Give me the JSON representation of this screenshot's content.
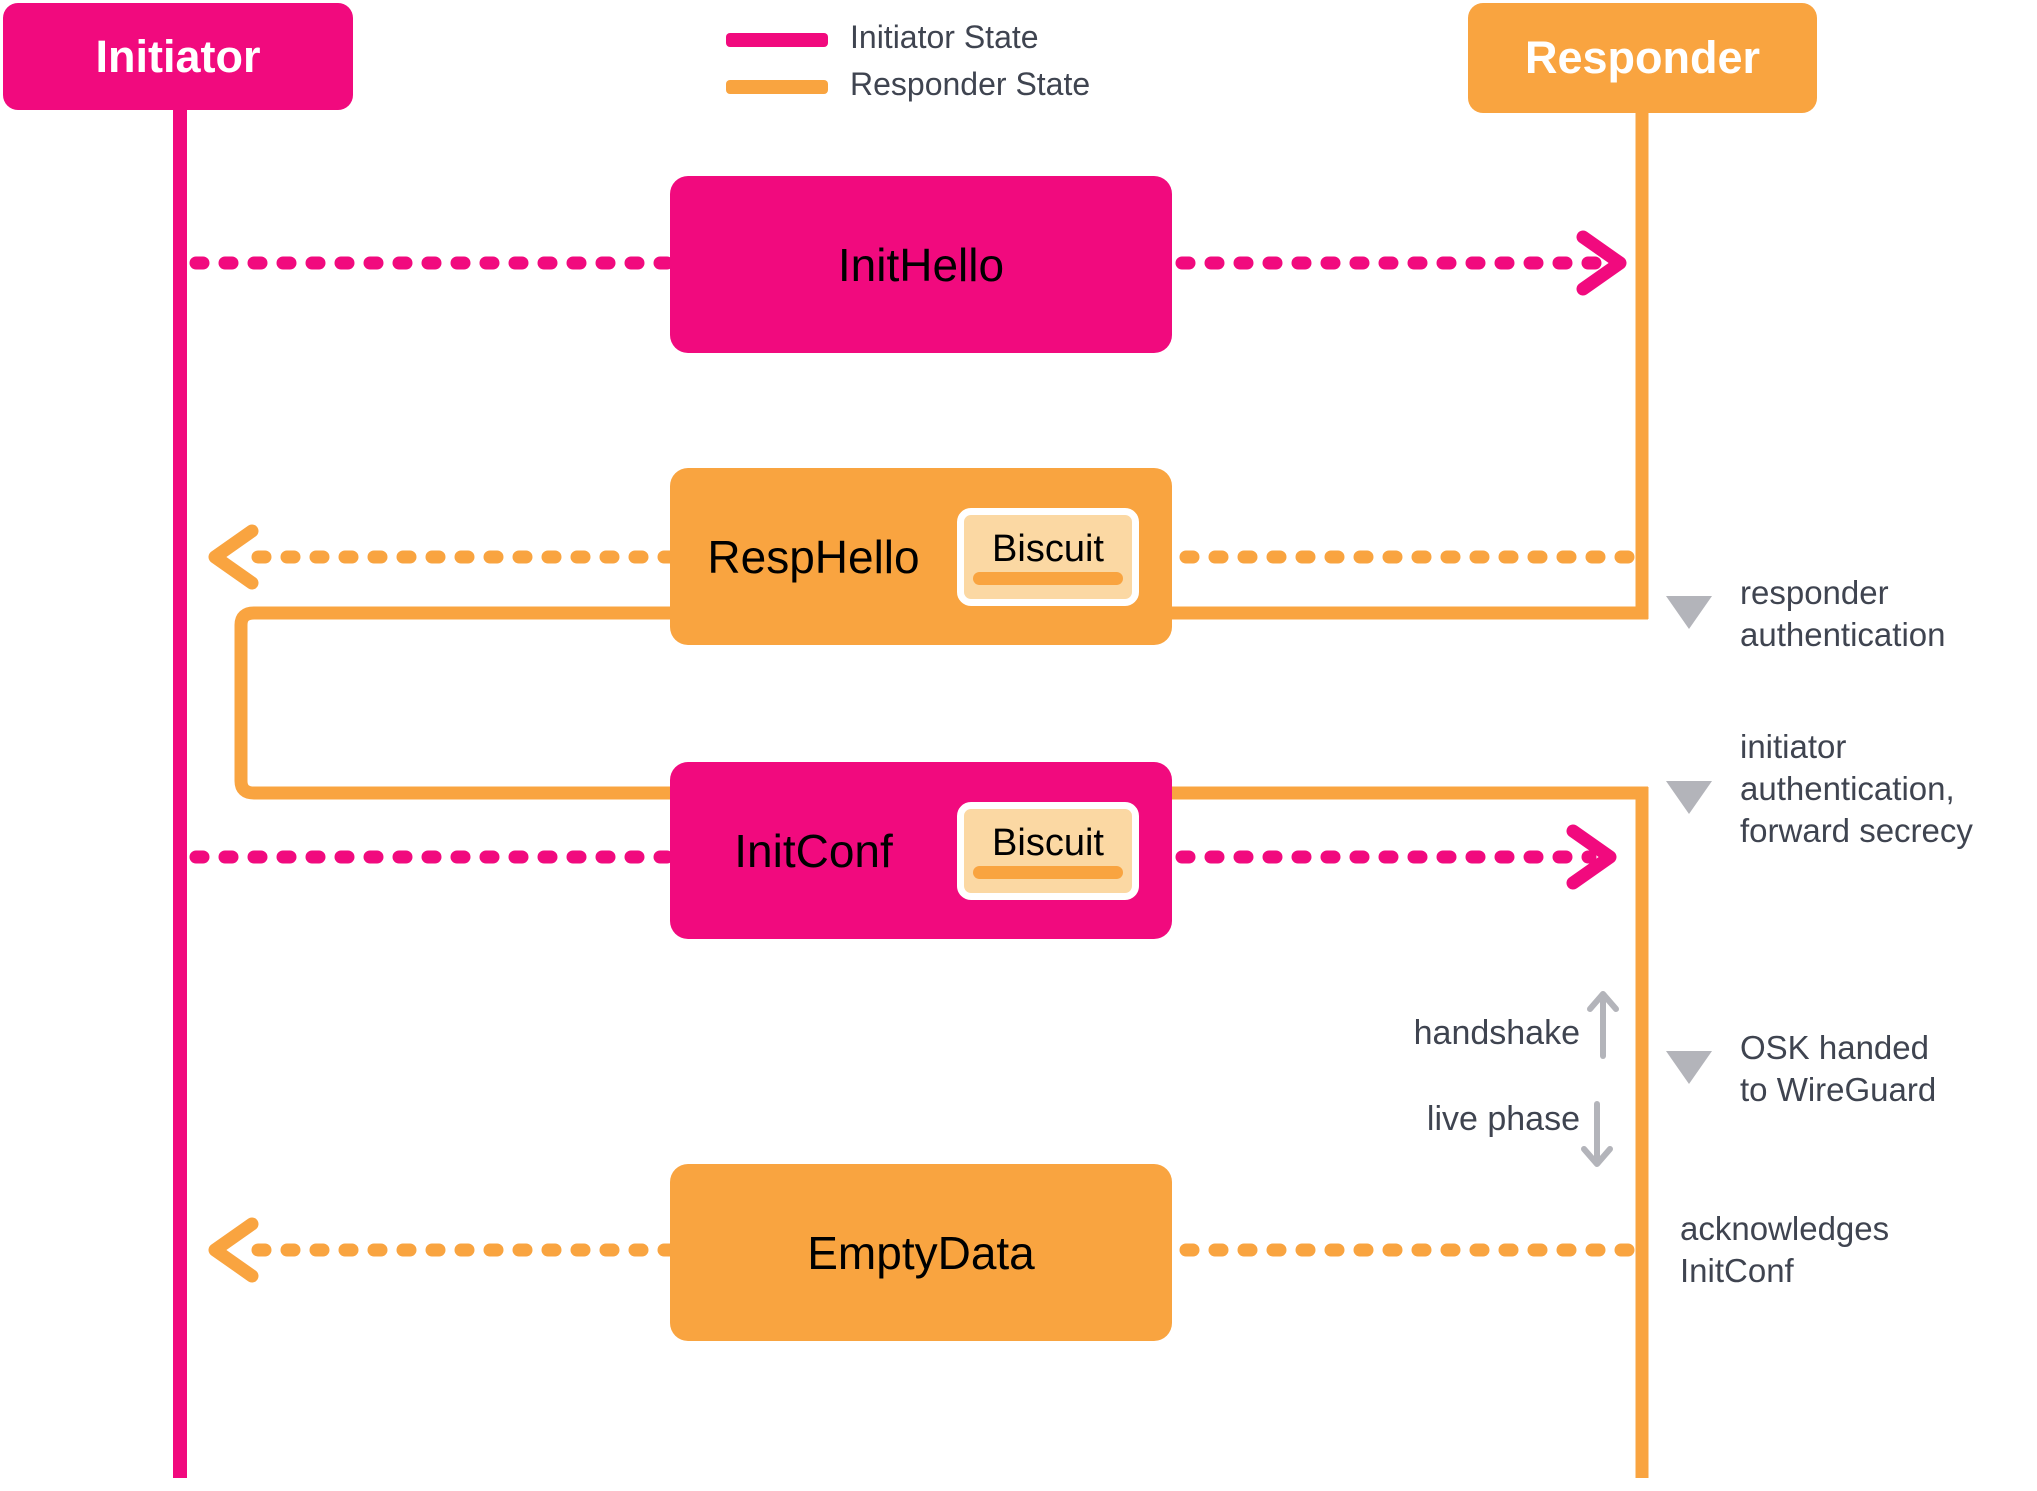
{
  "actors": [
    {
      "label": "Initiator"
    },
    {
      "label": "Responder"
    }
  ],
  "legend": [
    {
      "label": "Initiator State",
      "color": "#F10A7E"
    },
    {
      "label": "Responder State",
      "color": "#F9A440"
    }
  ],
  "messages": [
    {
      "label": "InitHello",
      "from": "Initiator",
      "to": "Responder",
      "arrow": "dashed-pink-right"
    },
    {
      "label": "RespHello",
      "from": "Responder",
      "to": "Initiator",
      "arrow": "dashed-orange-left",
      "biscuit_label": "Biscuit"
    },
    {
      "label": "InitConf",
      "from": "Initiator",
      "to": "Responder",
      "arrow": "dashed-pink-right",
      "biscuit_label": "Biscuit"
    },
    {
      "label": "EmptyData",
      "from": "Responder",
      "to": "Initiator",
      "arrow": "dashed-orange-left"
    }
  ],
  "annotations": [
    {
      "lines": [
        "responder",
        "authentication"
      ],
      "marker": "triangle-down"
    },
    {
      "lines": [
        "initiator",
        "authentication,",
        "forward secrecy"
      ],
      "marker": "triangle-down"
    },
    {
      "lines": [
        "OSK handed",
        "to WireGuard"
      ],
      "marker": "triangle-down"
    },
    {
      "lines": [
        "acknowledges",
        "InitConf"
      ],
      "marker": "none"
    }
  ],
  "phase": {
    "handshake_label": "handshake",
    "live_label": "live phase"
  },
  "colors": {
    "initiator_pink": "#F10A7E",
    "responder_orange": "#F9A440",
    "biscuit_fill": "#FBD8A3",
    "text_dark": "#3F4450",
    "marker_gray": "#B3B4BA",
    "background": "#FFFFFF",
    "message_label_text": "#000000",
    "actor_label_text": "#FFFFFF"
  }
}
